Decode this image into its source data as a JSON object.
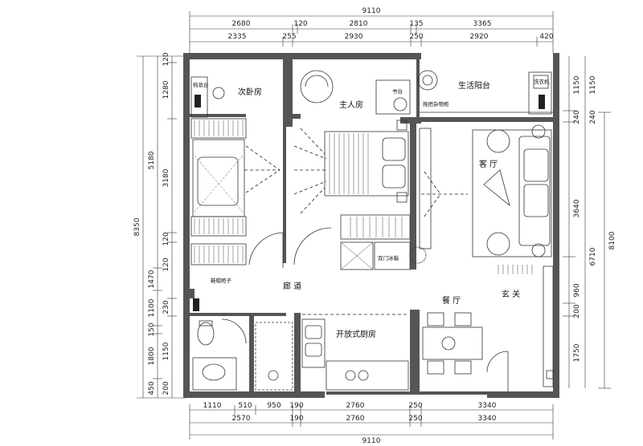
{
  "dimensions": {
    "top_total": "9110",
    "top_row1": [
      "2680",
      "120",
      "2810",
      "135",
      "3365"
    ],
    "top_row2": [
      "2335",
      "255",
      "2930",
      "250",
      "2920",
      "420"
    ],
    "bottom_row1": [
      "1110",
      "510",
      "950",
      "190",
      "2760",
      "250",
      "3340"
    ],
    "bottom_row2": [
      "2570",
      "190",
      "2760",
      "250",
      "3340"
    ],
    "bottom_total": "9110",
    "left_outer": "8350",
    "left_mid": [
      "5180",
      "1470",
      "1100",
      "150",
      "1800",
      "450"
    ],
    "left_inner": [
      "120",
      "1280",
      "3180",
      "120",
      "120",
      "230",
      "1150",
      "200"
    ],
    "right_inner": [
      "1150",
      "240",
      "3640",
      "960",
      "200",
      "1750"
    ],
    "right_mid": [
      "1150",
      "240",
      "6710"
    ],
    "right_outer": "8100"
  },
  "rooms": {
    "second_bedroom": "次卧房",
    "master_bedroom": "主人房",
    "living_balcony": "生活阳台",
    "living_room": "客  厅",
    "corridor": "廊  道",
    "dining": "餐  厅",
    "entrance": "玄  关",
    "kitchen": "开放式厨房"
  },
  "labels": {
    "vanity": "梳妆台",
    "desk": "书台",
    "mop_sink": "拖把杂物柜",
    "fridge": "双门冰箱",
    "shoe_cabinet": "鞋帽柜子",
    "washer": "洗衣机"
  }
}
